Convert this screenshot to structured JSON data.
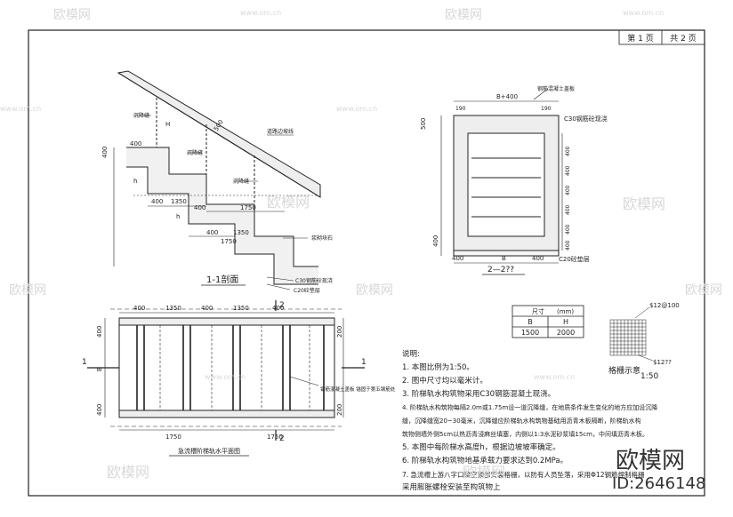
{
  "page_label": {
    "page": "第 1 页",
    "total": "共 2 页"
  },
  "section11": {
    "title": "1-1剖面",
    "labels": [
      "沉降缝",
      "沉降缝",
      "道路边坡线",
      "沉降缝",
      "浆砌块石",
      "C30钢筋砼现浇",
      "C20砼垫层"
    ],
    "dims": [
      "400",
      "1350",
      "400",
      "1750",
      "400",
      "1350",
      "1750",
      "400",
      "500",
      "400",
      "H",
      "h",
      "h"
    ]
  },
  "section22": {
    "title": "2—2??",
    "labels": [
      "钢筋混凝土盖板",
      "C30钢筋砼现浇",
      "C20砼垫层"
    ],
    "dims": [
      "B+400",
      "190",
      "190",
      "500",
      "400",
      "400",
      "400",
      "400",
      "400",
      "400",
      "400"
    ],
    "bottom_dims": [
      "400",
      "B",
      "400"
    ]
  },
  "plan": {
    "title": "急流槽阶梯轨水平面图",
    "top_dims": [
      "400",
      "1350",
      "400",
      "1350",
      "400"
    ],
    "bottom_dims": [
      "1750",
      "1750"
    ],
    "side_dims": [
      "400",
      "B",
      "400"
    ],
    "right_dims": [
      "200",
      "200"
    ],
    "note": "钢筋混凝土盖板\n锚固于第五钢筋处",
    "section_marks": [
      "1",
      "1",
      "2",
      "2"
    ]
  },
  "size_table": {
    "title": "尺寸",
    "unit": "(mm)",
    "headers": [
      "B",
      "H"
    ],
    "row": [
      "1500",
      "2000"
    ]
  },
  "grid": {
    "title": "格栅示意",
    "scale": "1:50",
    "label_top": "$12@100",
    "label_bottom": "$12??"
  },
  "notes": {
    "heading": "说明:",
    "lines": [
      "1. 本图比例为1:50。",
      "2. 图中尺寸均以毫米计。",
      "3. 阶梯轨水构筑物采用C30钢筋混凝土现浇。",
      "4. 阶梯轨水构筑物每隔2.0m或1.75m设一道沉降缝，在地质条件发生变化的地方应加设沉降",
      "   缝，沉降缝宽20~30毫米，沉降缝应阶梯轨水构筑物基础用沥青木板隔断，阶梯轨水构",
      "   筑物侧墙外侧5cm以热沥青浸麻丝填塞，内侧以1:3水泥砂浆填15cm，中间填沥青木板。",
      "5. 本图中每阶梯水高度h，根据边坡坡率确定。",
      "6. 阶梯轨水构筑物地基承载力要求达到0.2MPa。",
      "7. 急流槽上游八字口镂空顶部安装格栅，以防有人员坠落，采用Φ12钢筋焊制格栅",
      "   采用膨胀螺栓安装至构筑物上"
    ]
  },
  "watermarks": {
    "brand": "欧模网",
    "url": "www.om.cn",
    "id": "ID:2646148"
  }
}
